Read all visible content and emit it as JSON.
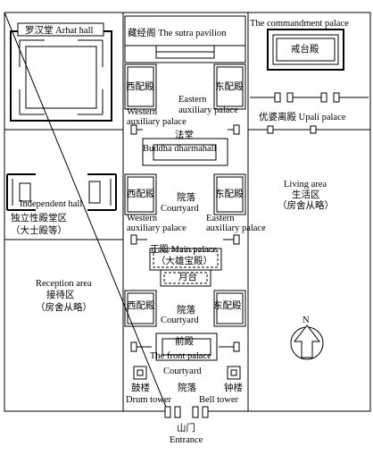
{
  "labels": {
    "arhat_hall": "罗汉堂  Arhat hall",
    "sutra_pavilion": "藏经阁 The sutra pavilion",
    "commandment_palace_en": "The commandment palace",
    "commandment_palace_zh": "戒台殿",
    "west_aux_zh_top": "西配殿",
    "east_aux_zh_top": "东配殿",
    "east_aux_palace_top_1": "Eastern",
    "east_aux_palace_top_2": "auxiliary palace",
    "west_aux_palace_top_1": "Western",
    "west_aux_palace_top_2": "auxiliary palace",
    "upali_palace": "优婆离殿  Upali palace",
    "dharmahall_zh": "法堂",
    "dharmahall_en": "Buddha dharmahall",
    "living_area_en": "Living area",
    "living_area_zh": "生活区",
    "living_area_note": "（房舍从略）",
    "west_aux_zh_mid": "西配殿",
    "courtyard_zh_mid": "院落",
    "east_aux_zh_mid": "东配殿",
    "courtyard_en_mid": "Courtyard",
    "independent_hall_en": "Independent hall",
    "independent_hall_zh": "独立性殿堂区",
    "independent_hall_note": "（大士殿等）",
    "west_aux_palace_mid_1": "Western",
    "west_aux_palace_mid_2": "auxiliary palace",
    "east_aux_palace_mid_1": "Eastern",
    "east_aux_palace_mid_2": "auxiliary palace",
    "main_palace": "正殿 Main palace",
    "main_palace_note": "（大雄宝殿）",
    "platform": "月台",
    "reception_area_en": "Reception area",
    "reception_area_zh": "接待区",
    "reception_area_note": "（房舍从略）",
    "west_aux_zh_low": "西配殿",
    "courtyard_zh_low": "院落",
    "east_aux_zh_low": "东配殿",
    "courtyard_en_low": "Courtyard",
    "north": "N",
    "front_palace_zh": "前殿",
    "front_palace_en": "The front palace",
    "courtyard_en_front": "Courtyard",
    "drum_tower_zh": "鼓楼",
    "courtyard_zh_front": "院落",
    "bell_tower_zh": "钟楼",
    "drum_tower_en": "Drum tower",
    "bell_tower_en": "Bell tower",
    "gate_zh": "山门",
    "entrance_en": "Entrance"
  }
}
